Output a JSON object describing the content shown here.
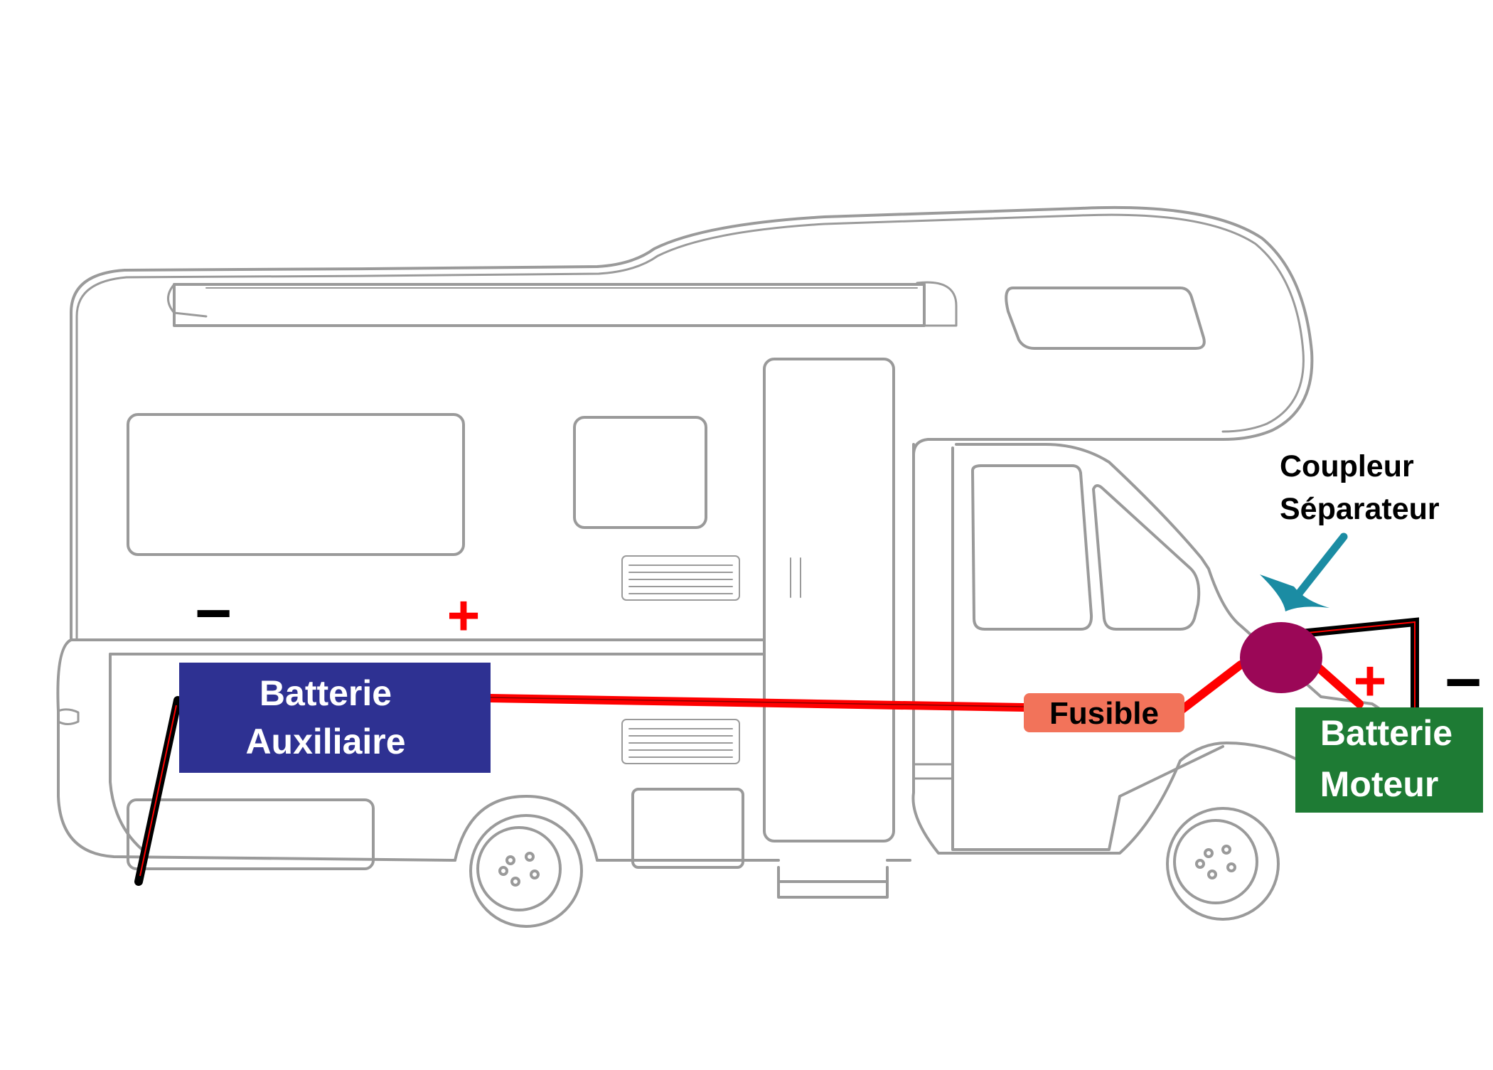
{
  "labels": {
    "aux_battery": [
      "Batterie",
      "Auxiliaire"
    ],
    "engine_battery": [
      "Batterie",
      "Moteur"
    ],
    "fuse": "Fusible",
    "coupler": [
      "Coupleur",
      "Séparateur"
    ]
  },
  "terminals": {
    "aux_minus": "−",
    "aux_plus": "+",
    "engine_plus": "+",
    "engine_minus": "−"
  },
  "colors": {
    "aux_battery": "#2e3192",
    "engine_battery": "#1e7b34",
    "fuse": "#f2735a",
    "coupler": "#9b0757",
    "arrow": "#1b8ca3",
    "positive_wire": "#ff0000",
    "negative_wire": "#000000",
    "vehicle_outline": "#9a9a9a"
  }
}
